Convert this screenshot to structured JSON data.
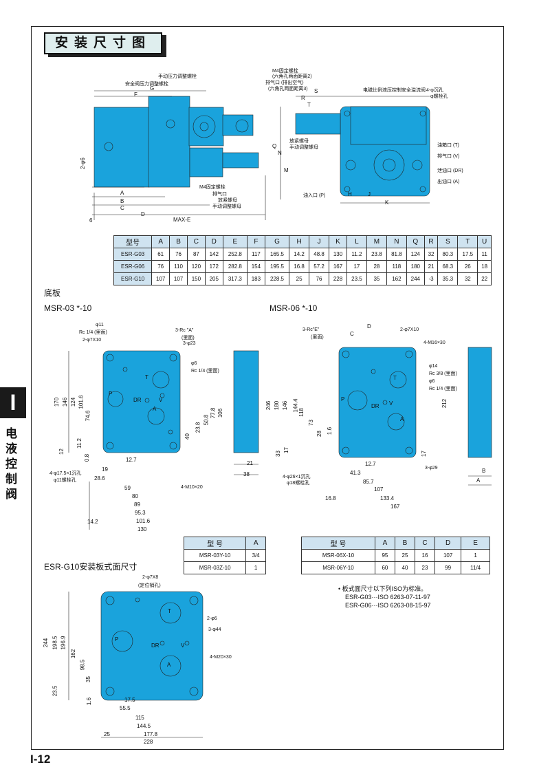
{
  "header": {
    "title": "安装尺寸图"
  },
  "side": {
    "tab": "I",
    "text": "电液控制阀"
  },
  "page_number": "I-12",
  "top_drawing": {
    "left_labels": [
      "手动压力调整螺栓",
      "安全阀压力调整螺栓",
      "M4固定螺栓",
      "排气口",
      "放紧螺母",
      "手动调整螺母"
    ],
    "right_labels": [
      "M4固定螺栓",
      "(六角孔两面距离2)",
      "排气口 (排出空气)",
      "(六角孔两面距离3)",
      "放紧螺母",
      "手动调整螺母",
      "电磁比例液压控制安全溢流阀",
      "4-φ沉孔",
      "φ螺栓孔",
      "油箱口 (T)",
      "排气口 (V)",
      "泄油口 (DR)",
      "出油口 (A)",
      "油入口 (P)"
    ],
    "dims_left": [
      "G",
      "F",
      "A",
      "B",
      "C",
      "D",
      "MAX-E",
      "2-φ6",
      "6"
    ],
    "dims_right": [
      "S",
      "R",
      "T",
      "Q",
      "N",
      "M",
      "H",
      "J",
      "K"
    ]
  },
  "dim_table": {
    "headers": [
      "型号",
      "A",
      "B",
      "C",
      "D",
      "E",
      "F",
      "G",
      "H",
      "J",
      "K",
      "L",
      "M",
      "N",
      "Q",
      "R",
      "S",
      "T",
      "U"
    ],
    "rows": [
      [
        "ESR-G03",
        "61",
        "76",
        "87",
        "142",
        "252.8",
        "117",
        "165.5",
        "14.2",
        "48.8",
        "130",
        "11.2",
        "23.8",
        "81.8",
        "124",
        "32",
        "80.3",
        "17.5",
        "11"
      ],
      [
        "ESR-G06",
        "76",
        "110",
        "120",
        "172",
        "282.8",
        "154",
        "195.5",
        "16.8",
        "57.2",
        "167",
        "17",
        "28",
        "118",
        "180",
        "21",
        "68.3",
        "26",
        "18"
      ],
      [
        "ESR-G10",
        "107",
        "107",
        "150",
        "205",
        "317.3",
        "183",
        "228.5",
        "25",
        "76",
        "228",
        "23.5",
        "35",
        "162",
        "244",
        "-3",
        "35.3",
        "32",
        "22"
      ]
    ]
  },
  "base_plate": {
    "label": "底板"
  },
  "msr03": {
    "title": "MSR-03 *-10",
    "callouts": [
      "φ11",
      "Rc 1/4 (里面)",
      "2-φ7X10",
      "3-Rc \"A\"",
      "(里面)",
      "3-φ23",
      "φ6",
      "Rc 1/4 (里面)",
      "4-φ17.5×1沉孔",
      "φ11螺栓孔",
      "4-M10×20"
    ],
    "port_letters": [
      "T",
      "P",
      "DR",
      "V",
      "A"
    ],
    "v_dims": [
      "170",
      "146",
      "124",
      "101.6",
      "74.6",
      "11.2",
      "0.8",
      "12",
      "23.8",
      "50.8",
      "77.8",
      "106",
      "40"
    ],
    "h_dims": [
      "12.7",
      "19",
      "28.6",
      "59",
      "80",
      "89",
      "95.3",
      "101.6",
      "130",
      "14.2"
    ],
    "side_dims": [
      "21",
      "38"
    ],
    "table": {
      "headers": [
        "型 号",
        "A"
      ],
      "rows": [
        [
          "MSR-03Y-10",
          "3/4"
        ],
        [
          "MSR-03Z-10",
          "1"
        ]
      ]
    }
  },
  "msr06": {
    "title": "MSR-06 *-10",
    "callouts": [
      "3-Rc\"E\"",
      "(里面)",
      "2-φ7X10",
      "4-M16×30",
      "φ14",
      "Rc 3/8 (里面)",
      "φ6",
      "Rc 1/4 (里面)",
      "4-φ26×1沉孔",
      "φ18螺栓孔",
      "3-φ29"
    ],
    "port_letters": [
      "T",
      "P",
      "DR",
      "V",
      "A"
    ],
    "v_dims": [
      "246",
      "180",
      "146",
      "144.4",
      "118",
      "73",
      "28",
      "1.6",
      "33",
      "17",
      "212",
      "17"
    ],
    "h_dims": [
      "D",
      "C",
      "12.7",
      "41.3",
      "85.7",
      "107",
      "133.4",
      "167",
      "16.8"
    ],
    "side_dims": [
      "B",
      "A"
    ],
    "table": {
      "headers": [
        "型 号",
        "A",
        "B",
        "C",
        "D",
        "E"
      ],
      "rows": [
        [
          "MSR-06X-10",
          "95",
          "25",
          "16",
          "107",
          "1"
        ],
        [
          "MSR-06Y-10",
          "60",
          "40",
          "23",
          "99",
          "11/4"
        ]
      ]
    }
  },
  "esr_g10": {
    "title": "ESR-G10安装板式面尺寸",
    "callouts": [
      "2-φ7X8",
      "(定位销孔)",
      "2-φ6",
      "3-φ44",
      "4-M20×30"
    ],
    "port_letters": [
      "T",
      "P",
      "DR",
      "V",
      "A"
    ],
    "v_dims": [
      "244",
      "198.5",
      "196.9",
      "162",
      "98.5",
      "35",
      "23.5",
      "1.6"
    ],
    "h_dims": [
      "17.5",
      "55.5",
      "115",
      "144.5",
      "177.8",
      "228",
      "25"
    ]
  },
  "iso_note": {
    "line1": "• 板式面尺寸以下列ISO为标准。",
    "line2": "ESR-G03···ISO 6263-07-11-97",
    "line3": "ESR-G06···ISO 6263-08-15-97"
  },
  "colors": {
    "part_fill": "#1aa3dc",
    "part_dark": "#0d6f9c",
    "table_head": "#cfe3f0"
  }
}
